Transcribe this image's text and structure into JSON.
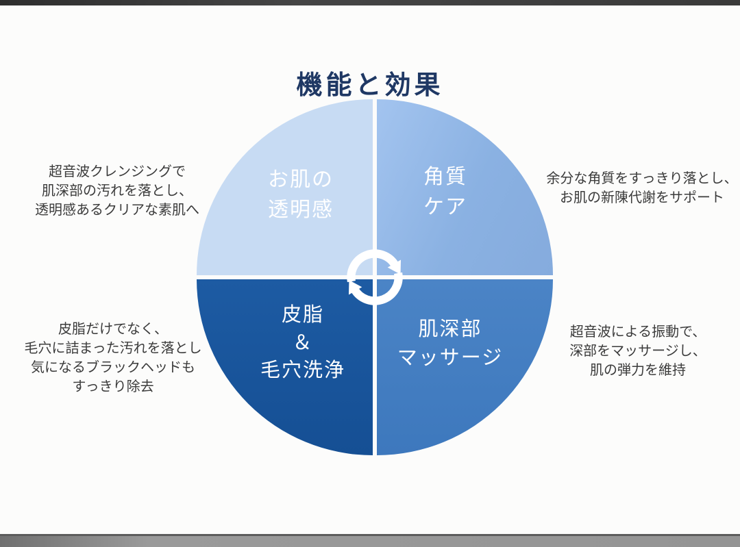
{
  "title": "機能と効果",
  "colors": {
    "title_text": "#1f3864",
    "quadrant_top_left": "#c7dbf3",
    "quadrant_top_right": "#8db4e2",
    "quadrant_bottom_left": "#17549a",
    "quadrant_bottom_right": "#4079be",
    "quadrant_label_text": "#ffffff",
    "annotation_text": "#3b3b3b",
    "center_icon": "#ffffff"
  },
  "diagram": {
    "type": "four-quadrant-cycle",
    "center_icon": "cycle-arrows",
    "quadrants": {
      "top_left": {
        "label": "お肌の\n透明感",
        "annotation": "超音波クレンジングで\n肌深部の汚れを落とし、\n透明感あるクリアな素肌へ"
      },
      "top_right": {
        "label": "角質\nケア",
        "annotation": "余分な角質をすっきり落とし、\nお肌の新陳代謝をサポート"
      },
      "bottom_left": {
        "label": "皮脂\n＆\n毛穴洗浄",
        "annotation": "皮脂だけでなく、\n毛穴に詰まった汚れを落とし\n気になるブラックヘッドも\nすっきり除去"
      },
      "bottom_right": {
        "label": "肌深部\nマッサージ",
        "annotation": "超音波による振動で、\n深部をマッサージし、\n肌の弾力を維持"
      }
    }
  }
}
